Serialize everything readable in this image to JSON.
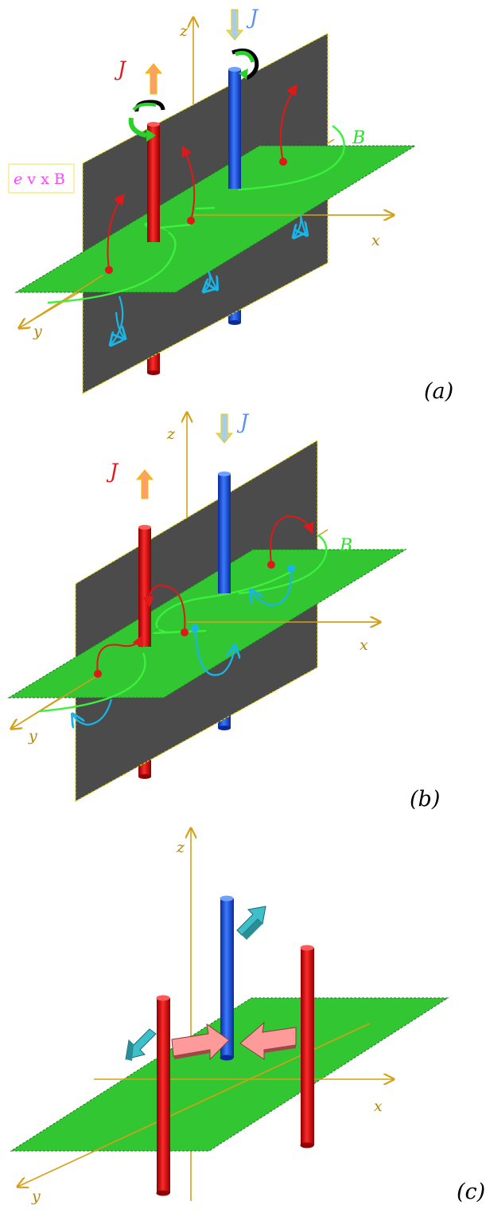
{
  "panels": [
    {
      "tag": "(a)",
      "axes": {
        "x": "x",
        "y": "y",
        "z": "z"
      },
      "labels": {
        "j_left": "J",
        "j_right": "J",
        "field": "B"
      },
      "force_box": {
        "e": "e",
        "rest": " v x B"
      },
      "colors": {
        "j_left": "#e01818",
        "j_right": "#5b8fe8"
      }
    },
    {
      "tag": "(b)",
      "axes": {
        "x": "x",
        "y": "y",
        "z": "z"
      },
      "labels": {
        "j_left": "J",
        "j_right": "J",
        "field": "B"
      },
      "colors": {
        "j_left": "#e01818",
        "j_right": "#5b8fe8"
      }
    },
    {
      "tag": "(c)",
      "axes": {
        "x": "x",
        "y": "y",
        "z": "z"
      }
    }
  ]
}
